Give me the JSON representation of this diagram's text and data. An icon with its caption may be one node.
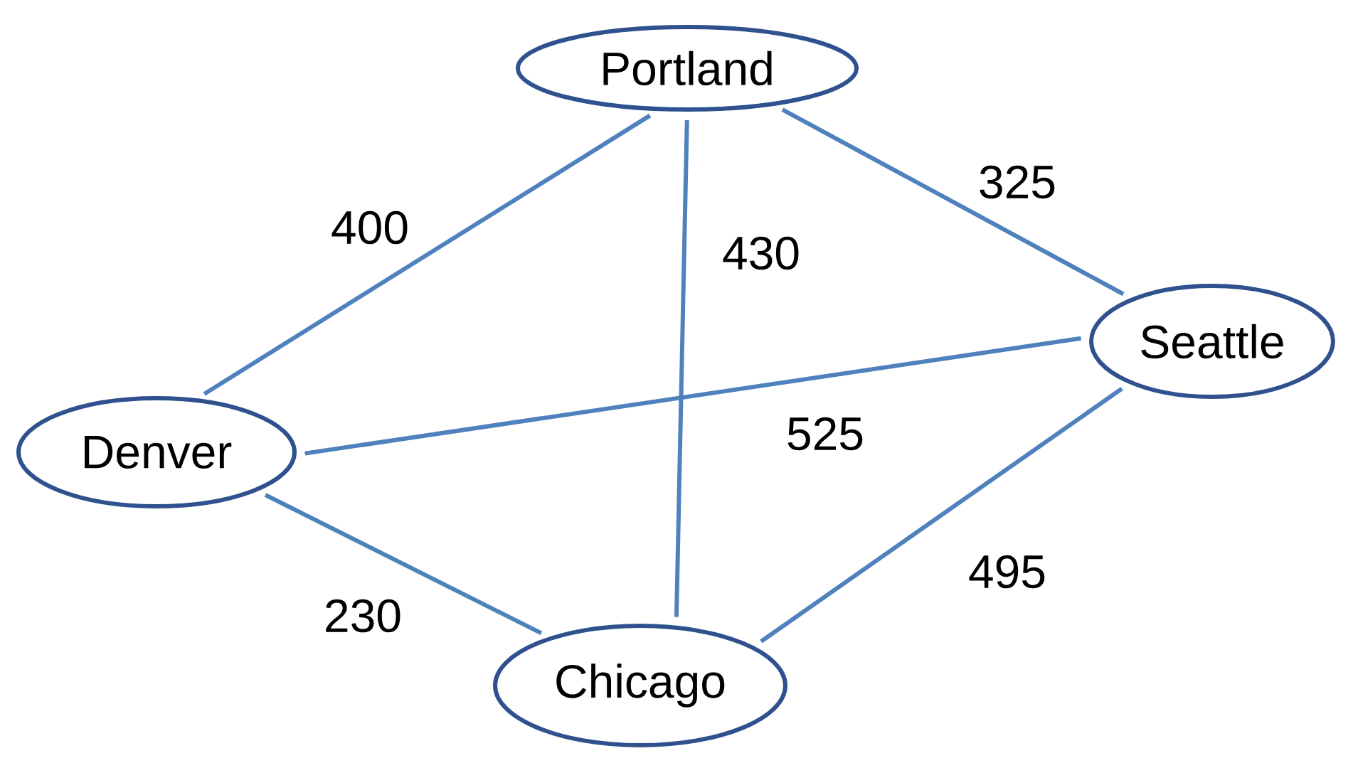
{
  "diagram": {
    "nodes": [
      {
        "text": [
          "Portland"
        ]
      },
      {
        "text": [
          "Seattle"
        ]
      },
      {
        "text": [
          "Denver"
        ]
      },
      {
        "text": [
          "Chicago"
        ]
      }
    ],
    "edges": [
      {
        "from": 0,
        "to": 2,
        "arrow": "none",
        "label": "400"
      },
      {
        "from": 0,
        "to": 3,
        "arrow": "none",
        "label": "430"
      },
      {
        "from": 0,
        "to": 1,
        "arrow": "none",
        "label": "325"
      },
      {
        "from": 2,
        "to": 1,
        "arrow": "none",
        "label": "525"
      },
      {
        "from": 2,
        "to": 3,
        "arrow": "none",
        "label": "230"
      },
      {
        "from": 3,
        "to": 1,
        "arrow": "none",
        "label": "495"
      }
    ]
  }
}
